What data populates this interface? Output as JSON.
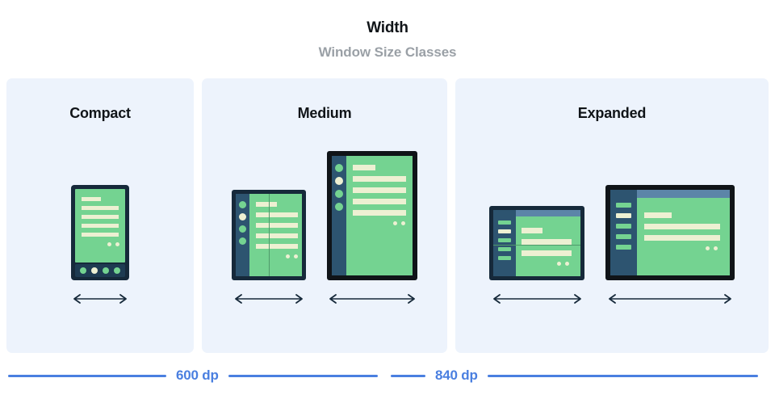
{
  "header": {
    "title": "Width",
    "subtitle": "Window Size Classes"
  },
  "cards": [
    {
      "id": "compact",
      "title": "Compact",
      "devices": [
        {
          "name": "phone",
          "arrow": "double-headed-arrow"
        }
      ]
    },
    {
      "id": "medium",
      "title": "Medium",
      "devices": [
        {
          "name": "foldable-portrait",
          "arrow": "double-headed-arrow"
        },
        {
          "name": "tablet-portrait",
          "arrow": "double-headed-arrow"
        }
      ]
    },
    {
      "id": "expanded",
      "title": "Expanded",
      "devices": [
        {
          "name": "foldable-landscape",
          "arrow": "double-headed-arrow"
        },
        {
          "name": "tablet-landscape",
          "arrow": "double-headed-arrow"
        }
      ]
    }
  ],
  "measures": [
    {
      "id": "breakpoint-600",
      "label": "600 dp"
    },
    {
      "id": "breakpoint-840",
      "label": "840 dp"
    }
  ],
  "colors": {
    "page_background": "#ffffff",
    "card_background": "#edf3fc",
    "title_text": "#101418",
    "subtitle_text": "#9aa0a6",
    "measure_accent": "#4a7fe0",
    "device_frame_dark_navy": "#16293a",
    "device_frame_black": "#101418",
    "device_screen_green": "#74d391",
    "device_content_cream": "#edf0d2",
    "device_rail_slate": "#2d5470",
    "device_topbar_slate": "#5c85a8",
    "arrow_color": "#16293a"
  }
}
